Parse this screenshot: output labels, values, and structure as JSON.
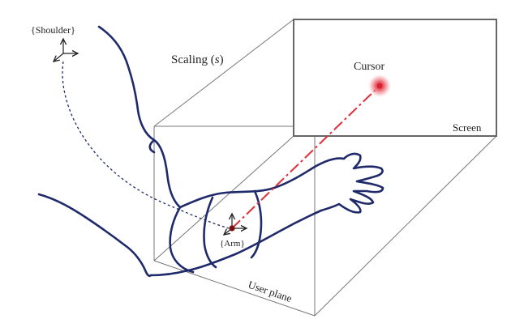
{
  "labels": {
    "shoulder": "{Shoulder}",
    "scaling_prefix": "Scaling (",
    "scaling_var": "s",
    "scaling_suffix": ")",
    "cursor": "Cursor",
    "screen": "Screen",
    "arm": "{Arm}",
    "user_plane": "User plane"
  },
  "colors": {
    "outline": "#1f2a6b",
    "box": "#777777",
    "screen_border": "#666666",
    "ray": "#e0303a",
    "cursor": "#e03040",
    "arm_origin": "#7a1010",
    "text": "#222222"
  },
  "icons": {
    "shoulder_frame": "axes-icon",
    "arm_frame": "axes-icon"
  }
}
